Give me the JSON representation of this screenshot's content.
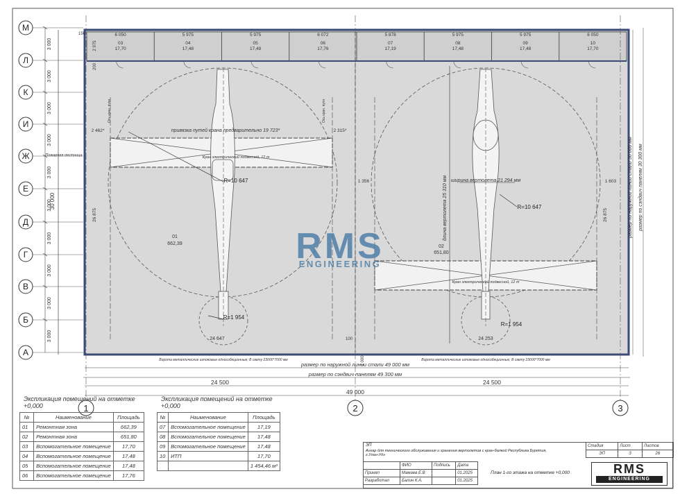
{
  "axes_letters": [
    "М",
    "Л",
    "К",
    "И",
    "Ж",
    "Е",
    "Д",
    "Г",
    "В",
    "Б",
    "А"
  ],
  "axes_numbers": [
    "1",
    "2",
    "3"
  ],
  "left_dims": [
    "3 000",
    "3 000",
    "3 000",
    "3 000",
    "3 000",
    "3 000",
    "3 000",
    "3 000",
    "3 000",
    "3 000"
  ],
  "left_total": "30 000",
  "top_cells": [
    {
      "num": "03",
      "area": "17,70",
      "w": "6 050"
    },
    {
      "num": "04",
      "area": "17,48",
      "w": "5 975"
    },
    {
      "num": "05",
      "area": "17,48",
      "w": "5 975"
    },
    {
      "num": "06",
      "area": "17,76",
      "w": "6 072"
    },
    {
      "num": "07",
      "area": "17,19",
      "w": "5 878"
    },
    {
      "num": "08",
      "area": "17,48",
      "w": "5 975"
    },
    {
      "num": "09",
      "area": "17,48",
      "w": "5 975"
    },
    {
      "num": "10",
      "area": "17,70",
      "w": "6 050"
    }
  ],
  "small_dims": {
    "d150": "150",
    "d200": "200",
    "d100": "100",
    "d2975": "2 975",
    "d1000": "1 000"
  },
  "bay1": {
    "room": "01",
    "area": "662,39",
    "crane_note": "привязка путей крана предварительно 19 723*",
    "crane_label": "Кран электрический подвесной, 12 т",
    "r_main": "R=10 647",
    "r_tail": "R=1 954",
    "len": "24 647",
    "d_left": "2 462*",
    "d_right": "2 315*",
    "d_side": "26 875",
    "gate_note": "Ворота металлические штоковые однособкционные; В свету 23000*7000 мм",
    "ladder": "Пожарная лестница",
    "rail": "Ось кран. пути"
  },
  "bay2": {
    "room": "02",
    "area": "651,80",
    "rotor_note": "ширина вертолета 21 294 мм",
    "length_note": "длина вертолета 25 310 мм",
    "crane_label": "Кран электрический подвесной, 12 т",
    "r_main": "R=10 647",
    "r_tail": "R=1 954",
    "len": "24 253",
    "d_left": "1 356",
    "d_right": "1 603",
    "d_side": "26 875",
    "gate_note": "Ворота металлические штоковые однособкционные; В свету 23000*7000 мм"
  },
  "bottom_dims": {
    "outer": "размер по наружной линии стали 49 000 мм",
    "sandwich": "размер по сэндвич панелям 49 300 мм",
    "half1": "24 500",
    "half2": "24 500",
    "total": "49 000"
  },
  "right_dims": {
    "outer": "размер по наружной линии стали 30 000 мм",
    "sandwich": "размер по сэндвич панелям 30 300 мм"
  },
  "watermark": {
    "top": "RMS",
    "bottom": "ENGINEERING"
  },
  "table1": {
    "title": "Экспликация помещений на отметке +0,000",
    "headers": [
      "№",
      "Наименование",
      "Площадь"
    ],
    "rows": [
      [
        "01",
        "Ремонтная зона",
        "662,39"
      ],
      [
        "02",
        "Ремонтная зона",
        "651,80"
      ],
      [
        "03",
        "Вспомогательное помещение",
        "17,70"
      ],
      [
        "04",
        "Вспомогательное помещение",
        "17,48"
      ],
      [
        "05",
        "Вспомогательное помещение",
        "17,48"
      ],
      [
        "06",
        "Вспомогательное помещение",
        "17,76"
      ]
    ]
  },
  "table2": {
    "title": "Экспликация помещений на отметке +0,000",
    "headers": [
      "№",
      "Наименование",
      "Площадь"
    ],
    "rows": [
      [
        "07",
        "Вспомогательное помещение",
        "17,19"
      ],
      [
        "08",
        "Вспомогательное помещение",
        "17,48"
      ],
      [
        "09",
        "Вспомогательное помещение",
        "17,48"
      ],
      [
        "10",
        "ИТП",
        "17,70"
      ],
      [
        "",
        "",
        "1 454,46 м²"
      ]
    ]
  },
  "stamp": {
    "code": "ЭП",
    "project": "Ангар для технического обслуживания и хранения вертолетов с кран-балкой Республика Бурятия, г.Улан-Удэ",
    "cols": [
      "",
      "ФИО",
      "Подпись",
      "Дата"
    ],
    "rows": [
      [
        "Принял",
        "Мамаев Е.В",
        "",
        "01.2025"
      ],
      [
        "Разработал",
        "Балин К.А.",
        "",
        "01.2025"
      ]
    ],
    "sheet_title": "План 1-го этажа на отметке +0,000",
    "stage_h": "Стадия",
    "sheet_h": "Лист",
    "sheets_h": "Листов",
    "stage": "ЭП",
    "sheet": "3",
    "sheets": "26",
    "logo_top": "RMS",
    "logo_bottom": "ENGINEERING"
  },
  "colors": {
    "floor": "#d9d9d9",
    "wall": "#3a4b78",
    "watermark": "#4f7fa8",
    "line": "#444444"
  }
}
